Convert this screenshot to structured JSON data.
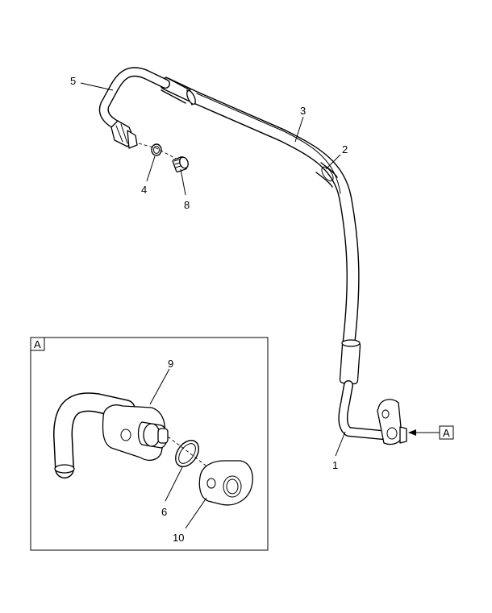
{
  "callouts": {
    "c1": "1",
    "c2": "2",
    "c3": "3",
    "c4": "4",
    "c5": "5",
    "c6": "6",
    "c8": "8",
    "c9": "9",
    "c10": "10"
  },
  "detail": {
    "view_label": "A",
    "ref_label": "A"
  }
}
